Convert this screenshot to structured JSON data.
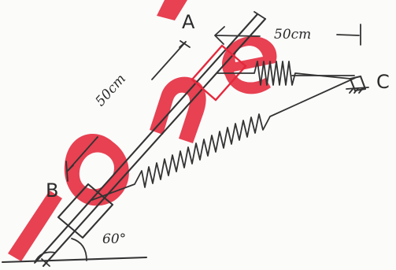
{
  "labels": {
    "point_a": "A",
    "point_b": "B",
    "point_c": "C",
    "dim_top": "50cm",
    "dim_left": "50cm",
    "angle": "60°"
  },
  "watermark": {
    "text": "lone",
    "color": "#e5283b"
  },
  "colors": {
    "ink": "#333333",
    "accent": "#e5283b"
  }
}
